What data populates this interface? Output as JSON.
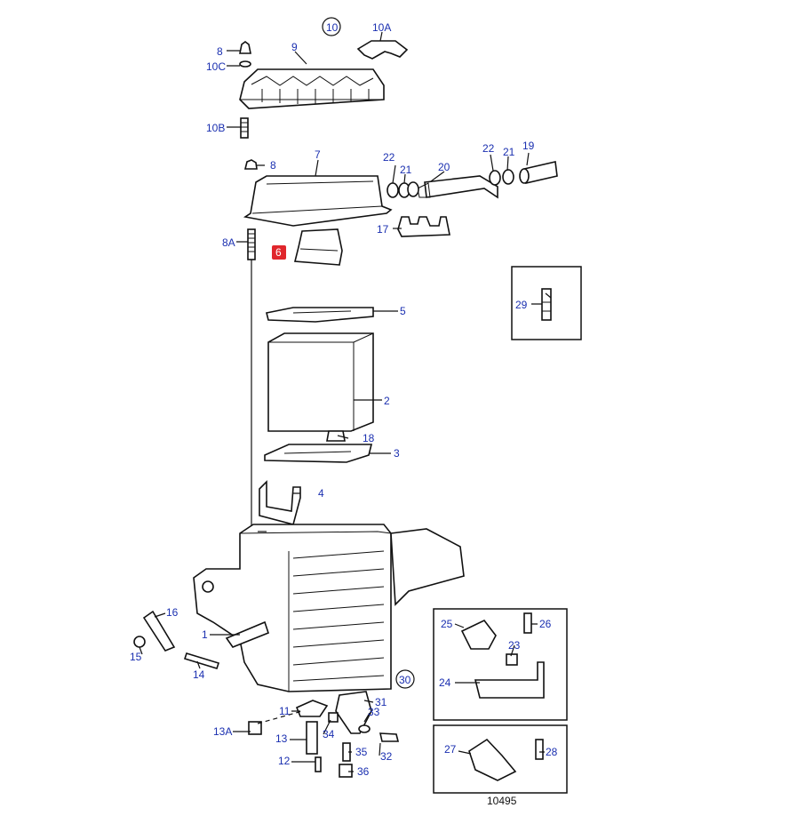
{
  "drawing_number": "10495",
  "highlight_color": "#e0262c",
  "label_color": "#1a2fb0",
  "labels": {
    "l1": "1",
    "l2": "2",
    "l3": "3",
    "l4": "4",
    "l5": "5",
    "l6": "6",
    "l7": "7",
    "l8_top": "8",
    "l8_mid": "8",
    "l8A": "8A",
    "l9": "9",
    "l10": "10",
    "l10A": "10A",
    "l10B": "10B",
    "l10C": "10C",
    "l11": "11",
    "l12": "12",
    "l13": "13",
    "l13A": "13A",
    "l14": "14",
    "l15": "15",
    "l16": "16",
    "l17": "17",
    "l18": "18",
    "l19": "19",
    "l20": "20",
    "l21a": "21",
    "l21b": "21",
    "l22a": "22",
    "l22b": "22",
    "l23": "23",
    "l24": "24",
    "l25": "25",
    "l26": "26",
    "l27": "27",
    "l28": "28",
    "l29": "29",
    "l30": "30",
    "l31": "31",
    "l32": "32",
    "l33": "33",
    "l34": "34",
    "l35": "35",
    "l36": "36"
  }
}
